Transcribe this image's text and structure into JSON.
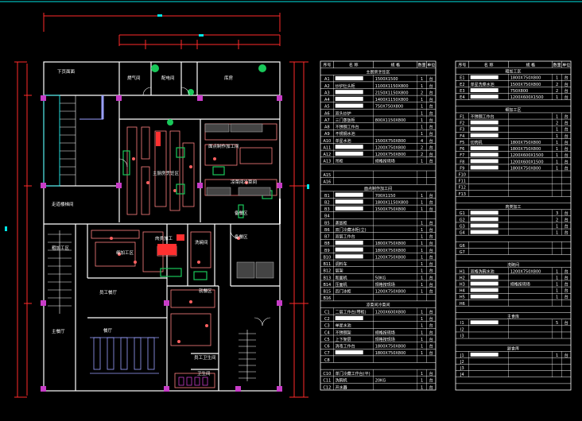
{
  "plan": {
    "rooms": [
      {
        "key": "corridor_top",
        "label": "下页面面"
      },
      {
        "key": "gas_room",
        "label": "燃气间"
      },
      {
        "key": "power_room",
        "label": "配电间"
      },
      {
        "key": "storage",
        "label": "库房"
      },
      {
        "key": "hot_kitchen",
        "label": "主厨房烹饪区"
      },
      {
        "key": "pastry",
        "label": "面点制作加工间"
      },
      {
        "key": "cold_dish",
        "label": "凉菜间冷菜间"
      },
      {
        "key": "prep_room",
        "label": "备餐区"
      },
      {
        "key": "return_room",
        "label": "备餐区"
      },
      {
        "key": "west_corridor",
        "label": "走道楼梯间"
      },
      {
        "key": "rough_area",
        "label": "粗加工区"
      },
      {
        "key": "fine_area",
        "label": "细加工区"
      },
      {
        "key": "meat_area",
        "label": "肉类加工"
      },
      {
        "key": "washing",
        "label": "洗碗间"
      },
      {
        "key": "staff_hall",
        "label": "员工餐厅"
      },
      {
        "key": "dining_hall",
        "label": "就餐区"
      },
      {
        "key": "dining_room",
        "label": "餐厅"
      },
      {
        "key": "staff_toilet",
        "label": "员工卫生间"
      },
      {
        "key": "toilet",
        "label": "卫生间"
      },
      {
        "key": "main_dining",
        "label": "主餐厅"
      }
    ]
  },
  "table_left": {
    "header": [
      "序号",
      "名 称",
      "规 格",
      "数量",
      "单位"
    ],
    "rows": [
      {
        "type": "section",
        "text": "主厨房烹饪区"
      },
      {
        "type": "item",
        "code": "A1",
        "name": "",
        "spec": "1500X1500",
        "qty": "1",
        "unit": "台"
      },
      {
        "type": "item",
        "code": "A2",
        "name": "炒炉灶头柜",
        "spec": "1100X1150X800",
        "qty": "1",
        "unit": "台"
      },
      {
        "type": "item",
        "code": "A3",
        "name": "",
        "spec": "2150X1150X800",
        "qty": "2",
        "unit": "台"
      },
      {
        "type": "item",
        "code": "A4",
        "name": "",
        "spec": "1400X1150X800",
        "qty": "1",
        "unit": "台"
      },
      {
        "type": "item",
        "code": "A5",
        "name": "",
        "spec": "750X750X800",
        "qty": "1",
        "unit": "台"
      },
      {
        "type": "item",
        "code": "A6",
        "name": "双头炒炉",
        "spec": "",
        "qty": "1",
        "unit": "台"
      },
      {
        "type": "item",
        "code": "A7",
        "name": "三门蒸饭柜",
        "spec": "800X1150X800",
        "qty": "1",
        "unit": "台"
      },
      {
        "type": "item",
        "code": "A8",
        "name": "不锈钢工作台",
        "spec": "",
        "qty": "1",
        "unit": "台"
      },
      {
        "type": "item",
        "code": "A9",
        "name": "不锈钢水池",
        "spec": "",
        "qty": "1",
        "unit": "台"
      },
      {
        "type": "item",
        "code": "A10",
        "name": "单星水池",
        "spec": "1500X750X800",
        "qty": "4",
        "unit": "台"
      },
      {
        "type": "item",
        "code": "A11",
        "name": "",
        "spec": "1200X750X800",
        "qty": "2",
        "unit": "台"
      },
      {
        "type": "item",
        "code": "A12",
        "name": "",
        "spec": "1200X750X800",
        "qty": "2",
        "unit": "台"
      },
      {
        "type": "item",
        "code": "A13",
        "name": "吊柜",
        "spec": "规格按现场",
        "qty": "1",
        "unit": "台"
      },
      {
        "type": "blank"
      },
      {
        "type": "item",
        "code": "A15",
        "name": "",
        "spec": "",
        "qty": "",
        "unit": ""
      },
      {
        "type": "item",
        "code": "A16",
        "name": "",
        "spec": "",
        "qty": "",
        "unit": ""
      },
      {
        "type": "section",
        "text": "面点制作加工间"
      },
      {
        "type": "item",
        "code": "B1",
        "name": "",
        "spec": "700X1150",
        "qty": "1",
        "unit": "台"
      },
      {
        "type": "item",
        "code": "B2",
        "name": "",
        "spec": "1800X1150X800",
        "qty": "1",
        "unit": "台"
      },
      {
        "type": "item",
        "code": "B3",
        "name": "",
        "spec": "1500X750X800",
        "qty": "1",
        "unit": "台"
      },
      {
        "type": "item",
        "code": "B4",
        "name": "",
        "spec": "",
        "qty": "",
        "unit": ""
      },
      {
        "type": "item",
        "code": "B5",
        "name": "蒸饭柜",
        "spec": "",
        "qty": "1",
        "unit": "台"
      },
      {
        "type": "item",
        "code": "B6",
        "name": "双门冷藏冰柜(立)",
        "spec": "",
        "qty": "1",
        "unit": "台"
      },
      {
        "type": "item",
        "code": "B7",
        "name": "双层工作台",
        "spec": "",
        "qty": "1",
        "unit": "台"
      },
      {
        "type": "item",
        "code": "B8",
        "name": "",
        "spec": "1800X750X800",
        "qty": "1",
        "unit": "台"
      },
      {
        "type": "item",
        "code": "B9",
        "name": "",
        "spec": "1800X750X800",
        "qty": "1",
        "unit": "台"
      },
      {
        "type": "item",
        "code": "B10",
        "name": "",
        "spec": "1200X750X800",
        "qty": "1",
        "unit": "台"
      },
      {
        "type": "item",
        "code": "B11",
        "name": "调料车",
        "spec": "",
        "qty": "1",
        "unit": "台"
      },
      {
        "type": "item",
        "code": "B12",
        "name": "层架",
        "spec": "",
        "qty": "1",
        "unit": "台"
      },
      {
        "type": "item",
        "code": "B13",
        "name": "和面机",
        "spec": "50KG",
        "qty": "1",
        "unit": "台"
      },
      {
        "type": "item",
        "code": "B14",
        "name": "压面机",
        "spec": "规格按现场",
        "qty": "1",
        "unit": "台"
      },
      {
        "type": "item",
        "code": "B15",
        "name": "四门冰柜",
        "spec": "1200X750X800",
        "qty": "1",
        "unit": "台"
      },
      {
        "type": "item",
        "code": "B16",
        "name": "",
        "spec": "",
        "qty": "",
        "unit": ""
      },
      {
        "type": "section",
        "text": "凉菜间冷菜间"
      },
      {
        "type": "item",
        "code": "C1",
        "name": "二层工作台(带柜)",
        "spec": "1200X600X800",
        "qty": "1",
        "unit": "台"
      },
      {
        "type": "item",
        "code": "C2",
        "name": "",
        "spec": "",
        "qty": "1",
        "unit": "台"
      },
      {
        "type": "item",
        "code": "C3",
        "name": "单星水池",
        "spec": "",
        "qty": "1",
        "unit": "台"
      },
      {
        "type": "item",
        "code": "C4",
        "name": "不锈钢架",
        "spec": "规格按现场",
        "qty": "1",
        "unit": "台"
      },
      {
        "type": "item",
        "code": "C5",
        "name": "上下架层",
        "spec": "规格按现场",
        "qty": "1",
        "unit": "台"
      },
      {
        "type": "item",
        "code": "C6",
        "name": "消毒工作台",
        "spec": "1800X750X800",
        "qty": "1",
        "unit": "台"
      },
      {
        "type": "item",
        "code": "C7",
        "name": "",
        "spec": "1800X750X800",
        "qty": "1",
        "unit": "台"
      },
      {
        "type": "item",
        "code": "C8",
        "name": "",
        "spec": "",
        "qty": "",
        "unit": ""
      },
      {
        "type": "blank"
      },
      {
        "type": "item",
        "code": "C10",
        "name": "单门冷藏工作台(平)",
        "spec": "",
        "qty": "1",
        "unit": "台"
      },
      {
        "type": "item",
        "code": "C11",
        "name": "洗碗机",
        "spec": "20KG",
        "qty": "1",
        "unit": "台"
      },
      {
        "type": "item",
        "code": "C12",
        "name": "开水器",
        "spec": "",
        "qty": "1",
        "unit": "台"
      }
    ]
  },
  "table_right": {
    "header": [
      "序号",
      "名 称",
      "规 格",
      "数量",
      "单位"
    ],
    "rows": [
      {
        "type": "section",
        "text": "粗加工区"
      },
      {
        "type": "item",
        "code": "E1",
        "name": "",
        "spec": "1800X750X800",
        "qty": "1",
        "unit": "台"
      },
      {
        "type": "item",
        "code": "E2",
        "name": "单星洗菜水池",
        "spec": "1500X750X800",
        "qty": "2",
        "unit": "台"
      },
      {
        "type": "item",
        "code": "E3",
        "name": "",
        "spec": "750X800",
        "qty": "2",
        "unit": "台"
      },
      {
        "type": "item",
        "code": "E4",
        "name": "",
        "spec": "1200X600X1500",
        "qty": "1",
        "unit": "台"
      },
      {
        "type": "blank"
      },
      {
        "type": "section",
        "text": "细加工区"
      },
      {
        "type": "item",
        "code": "F1",
        "name": "不锈钢工作台",
        "spec": "",
        "qty": "1",
        "unit": "台"
      },
      {
        "type": "item",
        "code": "F2",
        "name": "",
        "spec": "",
        "qty": "2",
        "unit": "台"
      },
      {
        "type": "item",
        "code": "F3",
        "name": "",
        "spec": "",
        "qty": "1",
        "unit": "台"
      },
      {
        "type": "item",
        "code": "F4",
        "name": "",
        "spec": "",
        "qty": "1",
        "unit": "台"
      },
      {
        "type": "item",
        "code": "F5",
        "name": "切肉机",
        "spec": "1800X750X800",
        "qty": "1",
        "unit": "台"
      },
      {
        "type": "item",
        "code": "F6",
        "name": "",
        "spec": "1800X750X800",
        "qty": "1",
        "unit": "台"
      },
      {
        "type": "item",
        "code": "F7",
        "name": "",
        "spec": "1200X600X1500",
        "qty": "1",
        "unit": "台"
      },
      {
        "type": "item",
        "code": "F8",
        "name": "",
        "spec": "1200X600X1500",
        "qty": "1",
        "unit": "台"
      },
      {
        "type": "item",
        "code": "F9",
        "name": "",
        "spec": "1800X750X800",
        "qty": "1",
        "unit": "台"
      },
      {
        "type": "item",
        "code": "F10",
        "name": "",
        "spec": "",
        "qty": "",
        "unit": ""
      },
      {
        "type": "item",
        "code": "F11",
        "name": "",
        "spec": "",
        "qty": "",
        "unit": ""
      },
      {
        "type": "item",
        "code": "F12",
        "name": "",
        "spec": "",
        "qty": "",
        "unit": ""
      },
      {
        "type": "item",
        "code": "F13",
        "name": "",
        "spec": "",
        "qty": "",
        "unit": ""
      },
      {
        "type": "blank"
      },
      {
        "type": "section",
        "text": "肉类加工"
      },
      {
        "type": "item",
        "code": "G1",
        "name": "",
        "spec": "",
        "qty": "3",
        "unit": "台"
      },
      {
        "type": "item",
        "code": "G2",
        "name": "",
        "spec": "",
        "qty": "2",
        "unit": "台"
      },
      {
        "type": "item",
        "code": "G3",
        "name": "",
        "spec": "",
        "qty": "1",
        "unit": "台"
      },
      {
        "type": "item",
        "code": "G4",
        "name": "",
        "spec": "",
        "qty": "1",
        "unit": "台"
      },
      {
        "type": "blank"
      },
      {
        "type": "item",
        "code": "G6",
        "name": "",
        "spec": "",
        "qty": "",
        "unit": ""
      },
      {
        "type": "item",
        "code": "G7",
        "name": "",
        "spec": "",
        "qty": "",
        "unit": ""
      },
      {
        "type": "blank"
      },
      {
        "type": "section",
        "text": "洗碗间"
      },
      {
        "type": "item",
        "code": "H1",
        "name": "双格洗碗水池",
        "spec": "1200X750X800",
        "qty": "1",
        "unit": "台"
      },
      {
        "type": "item",
        "code": "H2",
        "name": "",
        "spec": "",
        "qty": "1",
        "unit": "台"
      },
      {
        "type": "item",
        "code": "H3",
        "name": "",
        "spec": "规格按现场",
        "qty": "1",
        "unit": "台"
      },
      {
        "type": "item",
        "code": "H4",
        "name": "",
        "spec": "",
        "qty": "1",
        "unit": "台"
      },
      {
        "type": "item",
        "code": "H5",
        "name": "",
        "spec": "",
        "qty": "1",
        "unit": "台"
      },
      {
        "type": "item",
        "code": "H6",
        "name": "",
        "spec": "",
        "qty": "",
        "unit": ""
      },
      {
        "type": "blank"
      },
      {
        "type": "section",
        "text": "主食库"
      },
      {
        "type": "item",
        "code": "I1",
        "name": "",
        "spec": "",
        "qty": "5",
        "unit": "台"
      },
      {
        "type": "item",
        "code": "I2",
        "name": "",
        "spec": "",
        "qty": "",
        "unit": ""
      },
      {
        "type": "item",
        "code": "I3",
        "name": "",
        "spec": "",
        "qty": "",
        "unit": ""
      },
      {
        "type": "blank"
      },
      {
        "type": "section",
        "text": "副食库"
      },
      {
        "type": "item",
        "code": "J1",
        "name": "",
        "spec": "",
        "qty": "1",
        "unit": "台"
      },
      {
        "type": "item",
        "code": "J2",
        "name": "",
        "spec": "",
        "qty": "",
        "unit": ""
      },
      {
        "type": "item",
        "code": "J3",
        "name": "",
        "spec": "",
        "qty": "",
        "unit": ""
      },
      {
        "type": "item",
        "code": "J4",
        "name": "",
        "spec": "",
        "qty": "",
        "unit": ""
      },
      {
        "type": "blank"
      },
      {
        "type": "blank"
      }
    ]
  },
  "colors": {
    "background": "#000000",
    "wall": "#ffffff",
    "dimension": "#ff2a2a",
    "equipment": "#ff8080",
    "plants": "#19c85a",
    "columns": "#c83cc8",
    "cyan": "#00e6e6",
    "table_line": "#ffffff"
  }
}
